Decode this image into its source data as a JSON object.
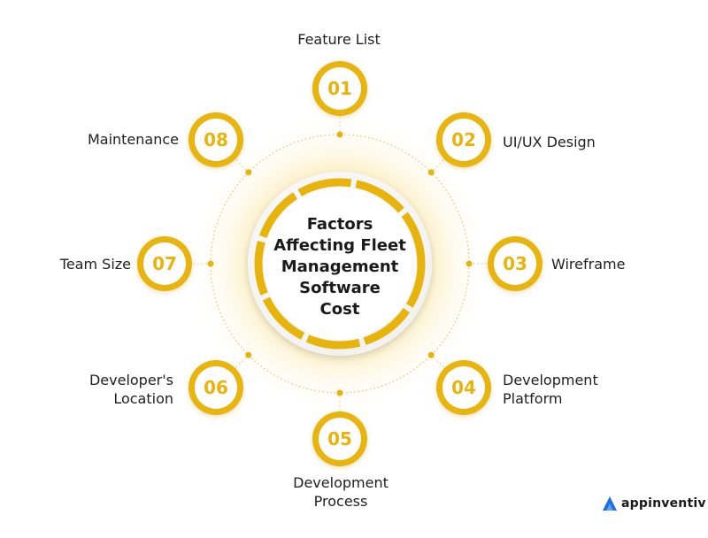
{
  "center": {
    "title_lines": [
      "Factors",
      "Affecting Fleet",
      "Management",
      "Software",
      "Cost"
    ]
  },
  "factors": [
    {
      "number": "01",
      "label": "Feature List"
    },
    {
      "number": "02",
      "label": "UI/UX Design"
    },
    {
      "number": "03",
      "label": "Wireframe"
    },
    {
      "number": "04",
      "label_lines": [
        "Development",
        "Platform"
      ]
    },
    {
      "number": "05",
      "label_lines": [
        "Development",
        "Process"
      ]
    },
    {
      "number": "06",
      "label_lines": [
        "Developer's",
        "Location"
      ]
    },
    {
      "number": "07",
      "label": "Team Size"
    },
    {
      "number": "08",
      "label": "Maintenance"
    }
  ],
  "brand": {
    "name": "appinventiv"
  },
  "colors": {
    "accent": "#E8B40C",
    "accent_light": "#F3CB45",
    "number_text": "#E8B40C",
    "dotted_ring": "#E8C45A"
  }
}
